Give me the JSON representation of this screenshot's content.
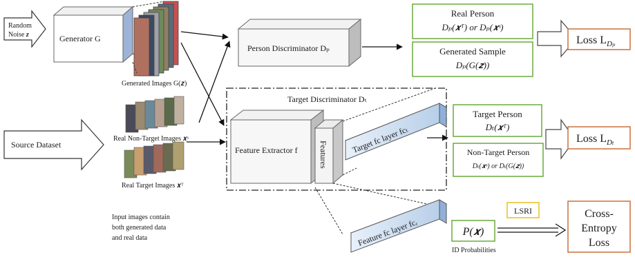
{
  "inputs": {
    "random_noise": "Random Noise 𝒛",
    "source_dataset": "Source Dataset",
    "generated_images": "Generated Images G(𝒛)",
    "real_non_target": "Real Non-Target Images 𝒙ˢ",
    "real_target": "Real Target Images 𝒙ᵀ",
    "note": [
      "Input images contain",
      "both generated data",
      "and real data"
    ]
  },
  "blocks": {
    "generator": "Generator G",
    "person_discriminator": "Person Discriminator Dₚ",
    "target_discriminator": "Target Discriminator Dₜ",
    "feature_extractor": "Feature Extractor f",
    "features": "Features",
    "target_fc": "Target fc layer fcₜ",
    "feature_fc": "Feature fc layer fcᵣ"
  },
  "outputs": {
    "real_person": [
      "Real Person",
      "Dₚ(𝒙ᵀ) or Dₚ(𝒙ˢ)"
    ],
    "generated_sample": [
      "Generated Sample",
      "Dₚ(G(𝒛))"
    ],
    "target_person": [
      "Target Person",
      "Dₜ(𝒙ᵀ)"
    ],
    "non_target_person": [
      "Non-Target Person",
      "Dₜ(𝒙ˢ) or Dₜ(G(𝒛))"
    ],
    "prob": "P(𝒙)",
    "id_probabilities": "ID Probabilities",
    "lsri": "LSRI"
  },
  "losses": {
    "loss_dp": "Loss L",
    "loss_dp_sub": "Dₚ",
    "loss_dt": "Loss L",
    "loss_dt_sub": "Dₜ",
    "cross_entropy": [
      "Cross-",
      "Entropy",
      "Loss"
    ]
  },
  "colors": {
    "green_border": "#6aaa3a",
    "orange_border": "#c8703a",
    "yellow_border": "#e8c020",
    "fc_fill": "#cfe0f2",
    "gen_side": "#9db3d8"
  }
}
